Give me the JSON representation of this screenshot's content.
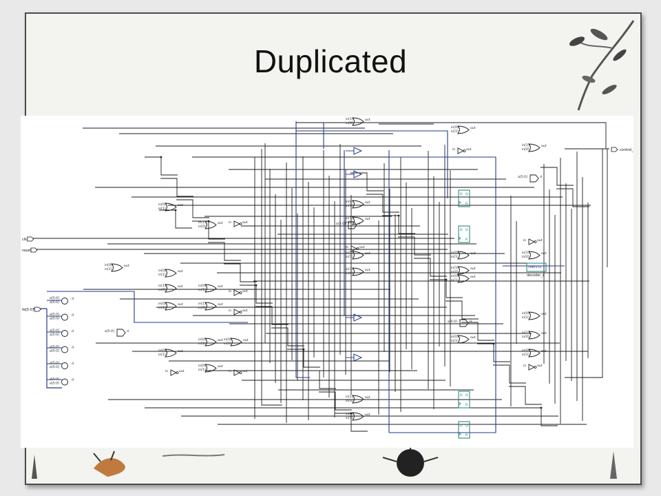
{
  "slide": {
    "title": "Duplicated"
  },
  "schematic": {
    "ports": {
      "clk": "clk",
      "reset": "reset",
      "bus_in": "fe[5:0]",
      "output": "control_sig"
    },
    "decoder_instance": "decoder_e",
    "decoder_port": "[dat[5:0]",
    "pin_labels": {
      "or_in0": "in[0]",
      "or_in1": "in[1]",
      "out": "out",
      "in": "in",
      "d": "d",
      "q": "Q",
      "r": "R",
      "dd": "D",
      "a_bus": "a[5:0]"
    },
    "colors": {
      "wire": "#1a1a1a",
      "bus": "#1e3a8a",
      "ff": "#1f7a7a",
      "gate": "#1a1a1a"
    }
  }
}
